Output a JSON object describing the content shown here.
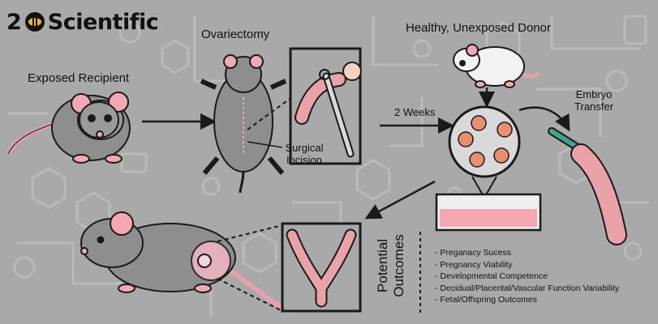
{
  "brand": {
    "prefix": "2",
    "name": "Scientific"
  },
  "labels": {
    "exposed_recipient": "Exposed Recipient",
    "ovariectomy": "Ovariectomy",
    "donor": "Healthy, Unexposed Donor",
    "two_weeks": "2 Weeks",
    "embryo_transfer_line1": "Embryo",
    "embryo_transfer_line2": "Transfer",
    "surgical_line1": "Surgical",
    "surgical_line2": "Incision",
    "outcomes_line1": "Potential",
    "outcomes_line2": "Outcomes"
  },
  "outcomes": [
    "Preganacy Sucess",
    "Pregnancy Viability",
    "Developmental Competence",
    "Decidual/Placental/Vascular Function Variability",
    "Fetal/Offspring Outcomes"
  ],
  "colors": {
    "background": "#a9a9a9",
    "mouse_gray": "#8e8e8e",
    "mouse_white": "#f2f2f2",
    "pink": "#f2a7b3",
    "tissue": "#e9a3a8",
    "outline": "#1a1a1a"
  }
}
